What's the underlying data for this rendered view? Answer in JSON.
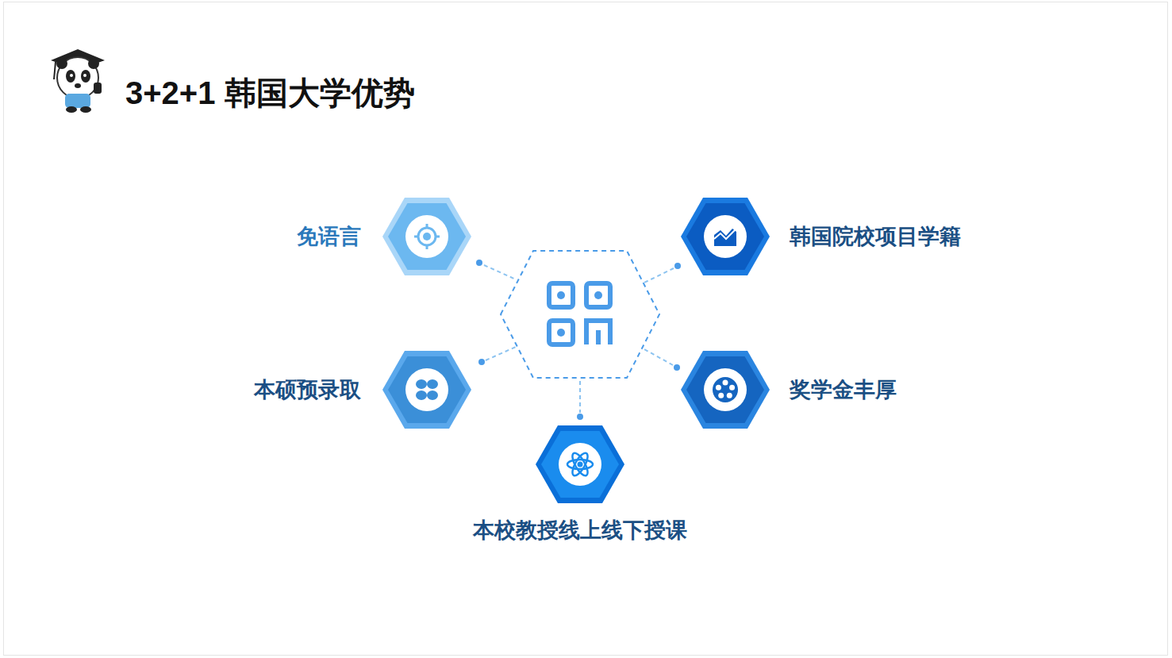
{
  "diagram": {
    "title": "3+2+1 韩国大学优势",
    "nodes": [
      {
        "text": [
          "免语言"
        ]
      },
      {
        "text": [
          "韩国院校项目学籍"
        ]
      },
      {
        "text": [
          "本硕预录取"
        ]
      },
      {
        "text": [
          "奖学金丰厚"
        ]
      },
      {
        "text": [
          "本校教授线上线下授课"
        ]
      }
    ]
  }
}
